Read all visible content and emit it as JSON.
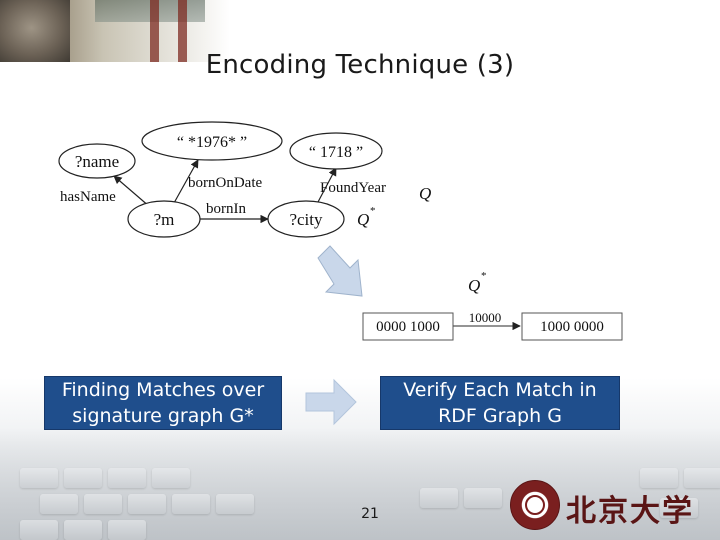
{
  "slide": {
    "title": "Encoding Technique (3)",
    "page_number": "21"
  },
  "query_graph": {
    "nodes": {
      "name": "?name",
      "year1976": "“ *1976* ”",
      "year1718": "“ 1718 ”",
      "m": "?m",
      "city": "?city"
    },
    "edges": {
      "has_name": "hasName",
      "born_on_date": "bornOnDate",
      "born_in": "bornIn",
      "found_year": "FoundYear"
    },
    "label_q": "Q",
    "label_q_star": "Q",
    "star": "*"
  },
  "signature_graph": {
    "label": "Q",
    "star": "*",
    "left_node": "0000 1000",
    "edge": "10000",
    "right_node": "1000 0000"
  },
  "callouts": {
    "left_line1": "Finding Matches over",
    "left_line2": "signature graph G*",
    "right_line1": "Verify Each Match in",
    "right_line2": "RDF Graph  G"
  },
  "logo": {
    "name": "北京大学"
  },
  "colors": {
    "callout_bg": "#1f4e8c",
    "arrow_fill": "#c9d7ea",
    "signature_arrow": "#9fb3cc"
  }
}
